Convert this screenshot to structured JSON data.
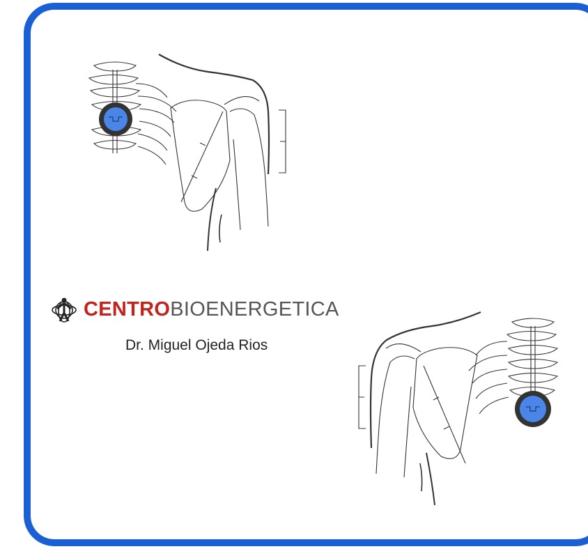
{
  "frame": {
    "border_color": "#1a5fd4"
  },
  "marker": {
    "fill": "#4a86e8",
    "ring": "#333333"
  },
  "brand": {
    "name_bold": "CENTRO",
    "name_regular": "BIOENERGETICA",
    "bold_color": "#c0241c",
    "regular_color": "#555555",
    "icon": "human-figure-logo-icon"
  },
  "subtitle": "Dr. Miguel Ojeda Rios",
  "figures": [
    {
      "name": "shoulder-blade-left-back-view",
      "marker_side": "spine-left"
    },
    {
      "name": "shoulder-blade-right-back-view",
      "marker_side": "spine-right"
    }
  ]
}
